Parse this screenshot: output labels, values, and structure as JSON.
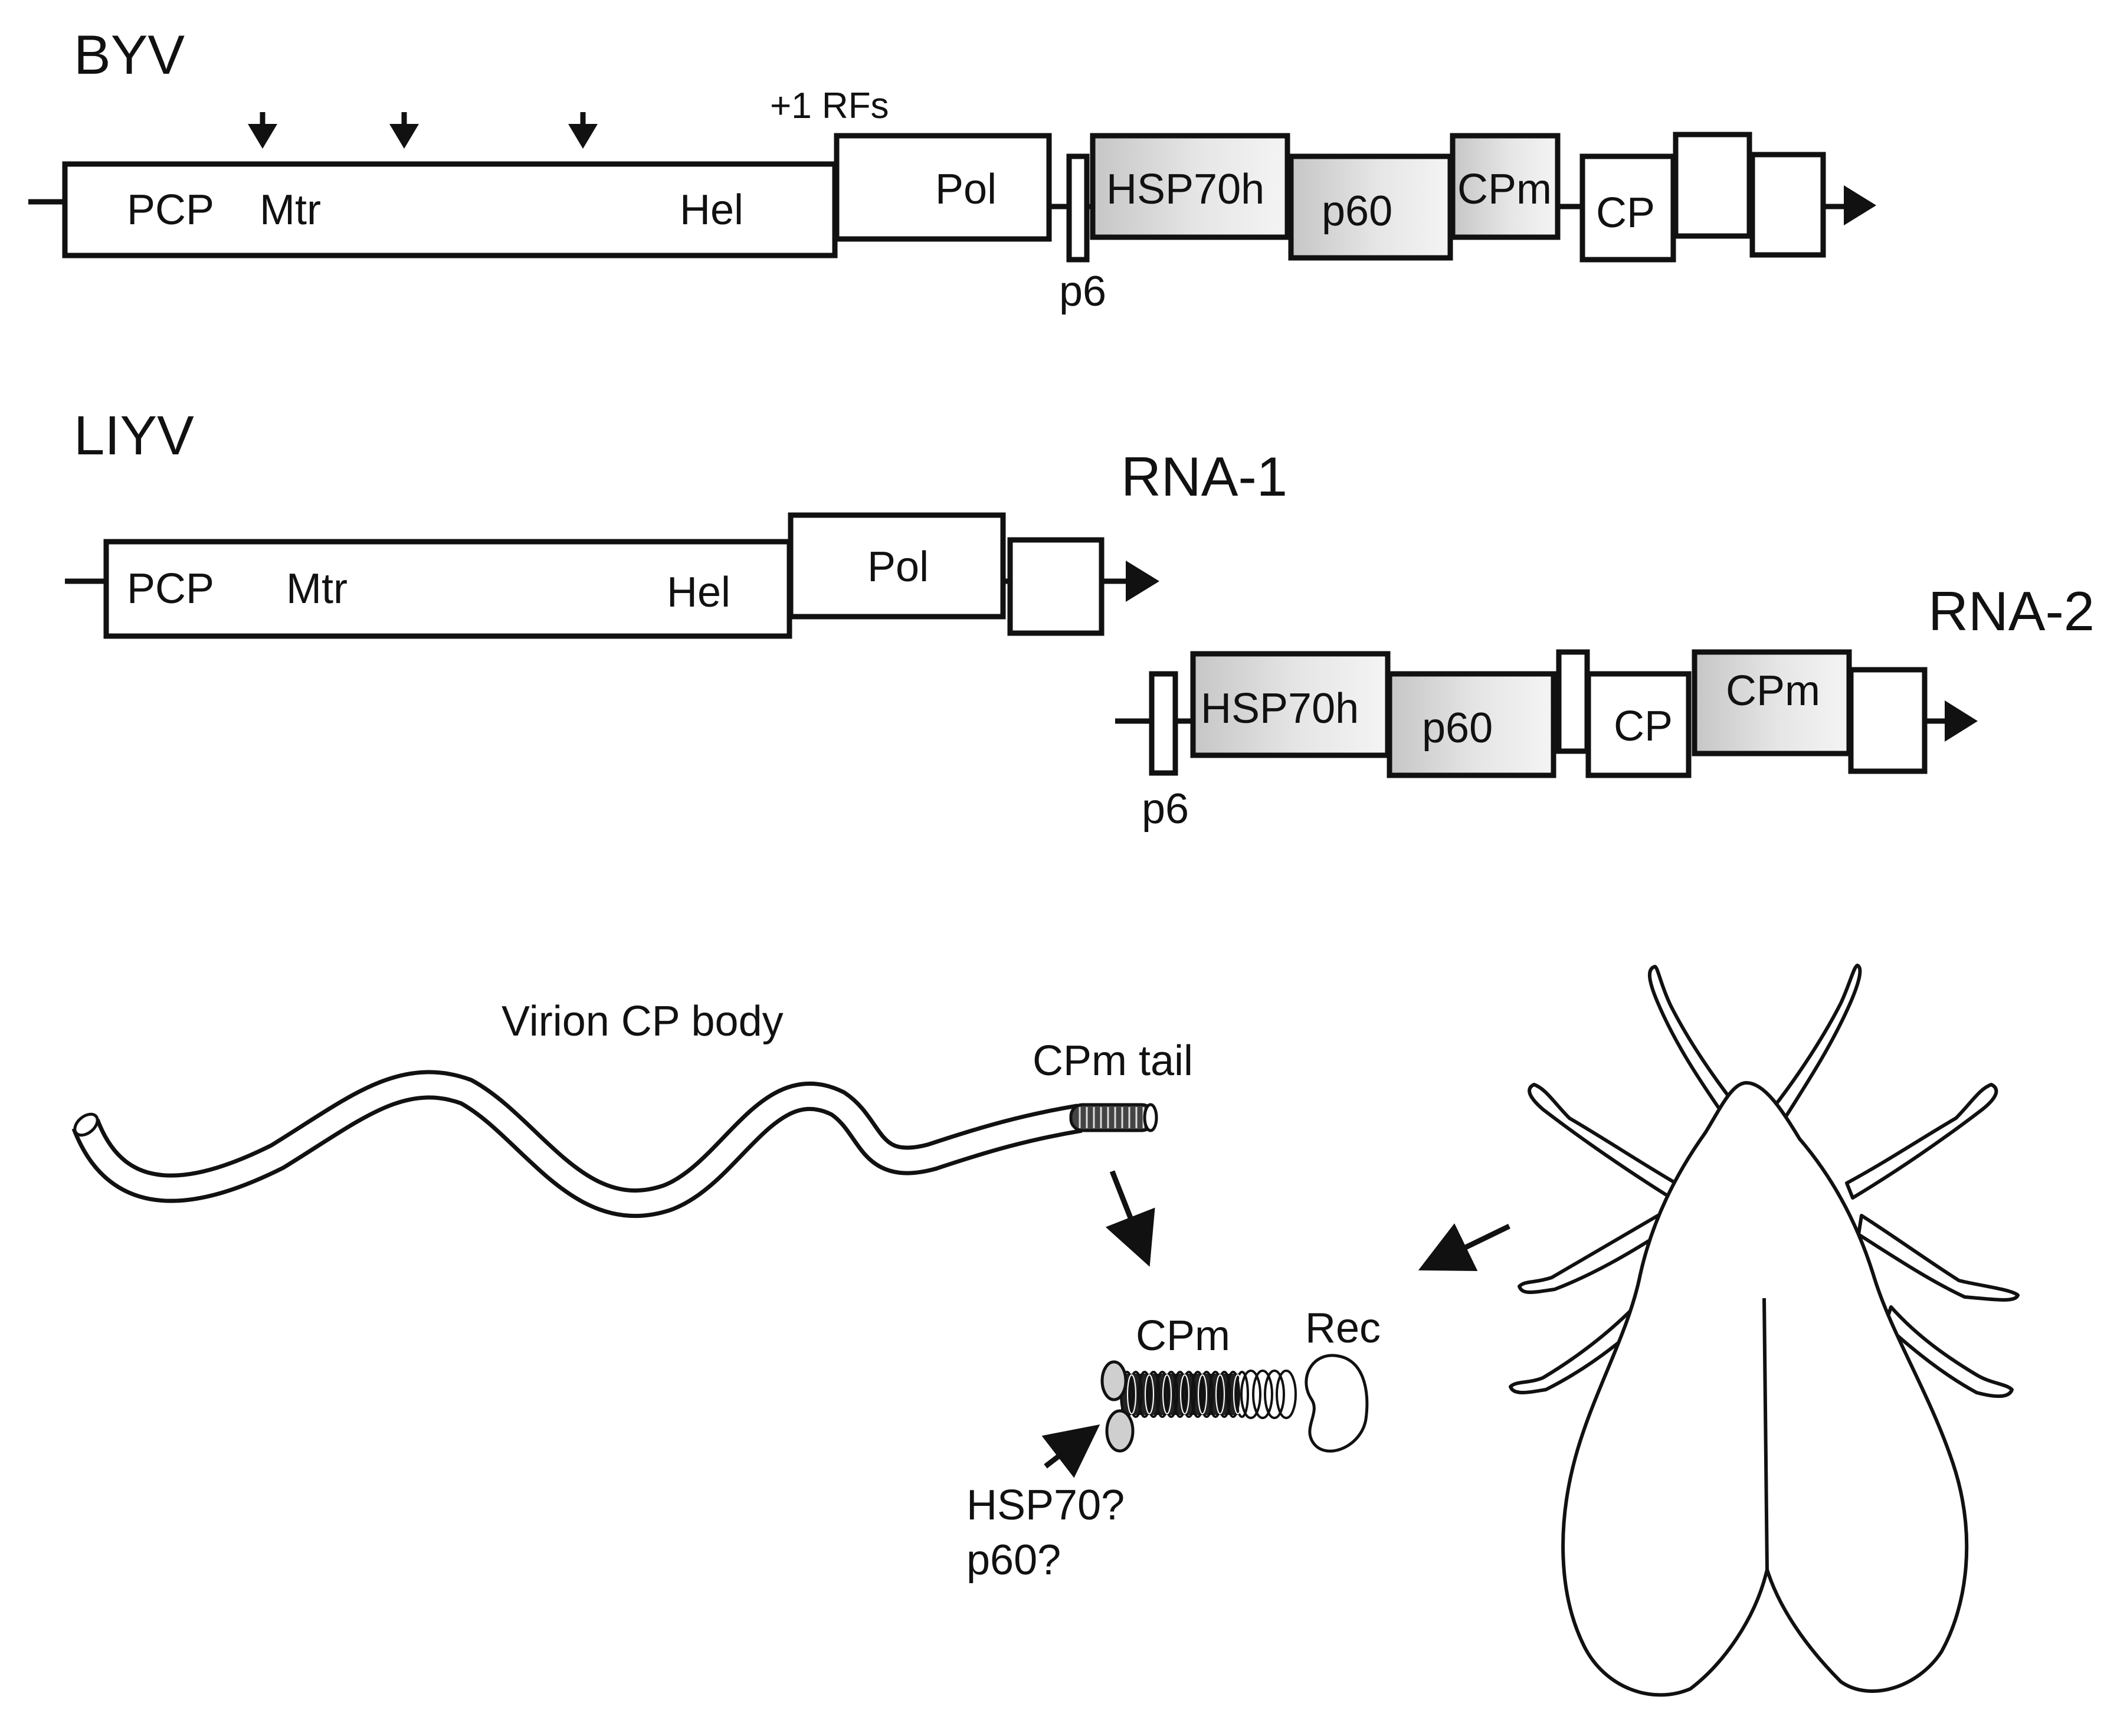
{
  "byv": {
    "title": "BYV",
    "rfs_label": "+1 RFs",
    "pcp": "PCP",
    "mtr": "Mtr",
    "hel": "Hel",
    "pol": "Pol",
    "p6": "p6",
    "hsp70h": "HSP70h",
    "p60": "p60",
    "cpm": "CPm",
    "cp": "CP"
  },
  "liyv": {
    "title": "LIYV",
    "rna1_label": "RNA-1",
    "rna2_label": "RNA-2",
    "pcp": "PCP",
    "mtr": "Mtr",
    "hel": "Hel",
    "pol": "Pol",
    "hsp70h": "HSP70h",
    "p60": "p60",
    "cp": "CP",
    "cpm": "CPm",
    "p6": "p6"
  },
  "virion": {
    "body_label": "Virion CP body",
    "tail_label": "CPm tail"
  },
  "complex": {
    "cpm_label": "CPm",
    "rec_label": "Rec",
    "hsp70_q": "HSP70?",
    "p60_q": "p60?"
  },
  "colors": {
    "stroke": "#111111",
    "grey_light": "#f2f2f2",
    "grey_dark": "#c4c4c4",
    "protein_blob": "#cfcfcf"
  },
  "icons": {
    "insect": "whitefly-silhouette-icon"
  }
}
